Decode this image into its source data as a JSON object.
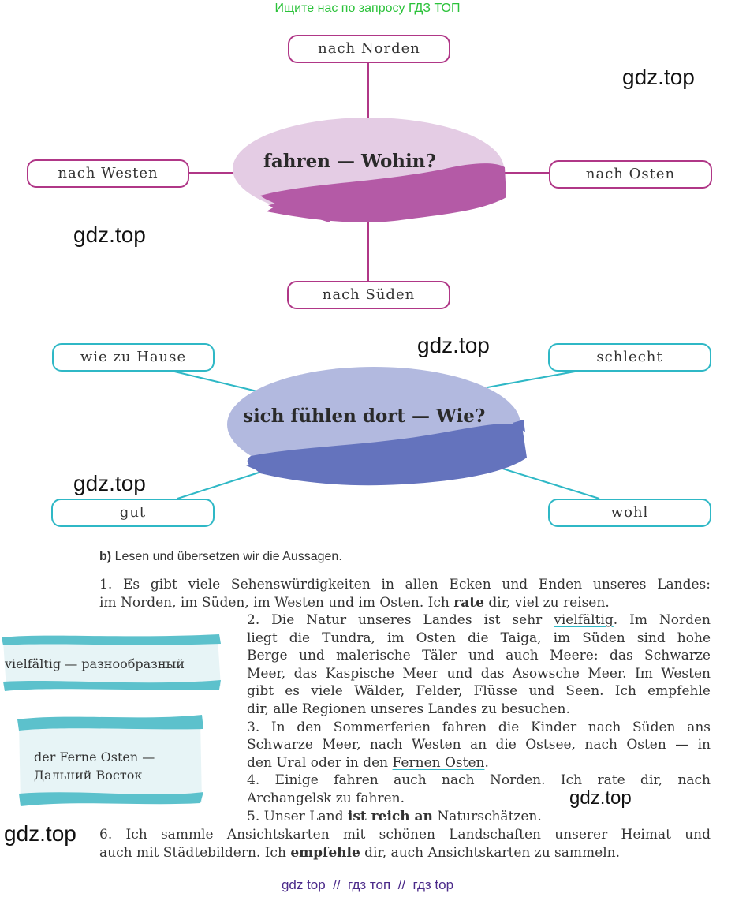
{
  "header_note": "Ищите нас по запросу ГДЗ ТОП",
  "watermark": "gdz.top",
  "watermark2": "gdz.top",
  "watermark3": "gdz.top",
  "watermark4": "gdz.top",
  "watermark5": "gdz.top",
  "watermark6": "gdz.top",
  "diagram1": {
    "center": "fahren — Wohin?",
    "north": "nach Norden",
    "west": "nach Westen",
    "east": "nach Osten",
    "south": "nach Süden",
    "colors": {
      "border": "#b03787",
      "blob_light": "#e4cce4",
      "blob_dark": "#b45aa6"
    }
  },
  "diagram2": {
    "center": "sich fühlen dort — Wie?",
    "top_left": "wie zu Hause",
    "top_right": "schlecht",
    "bottom_left": "gut",
    "bottom_right": "wohl",
    "colors": {
      "border": "#2fb8c6",
      "blob_light": "#b2b9df",
      "blob_dark": "#6473bd"
    }
  },
  "task": {
    "label": "b)",
    "text": "Lesen und übersetzen wir die Aussagen."
  },
  "vocab": {
    "note1": "vielfältig — разнообразный",
    "note2_line1": "der Ferne Osten —",
    "note2_line2": "Дальний Восток"
  },
  "paragraphs": {
    "p1_l1": "1. Es gibt viele Sehenswürdigkeiten in allen Ecken und Enden unseres Landes:",
    "p1_l2a": "im Norden, im Süden, im Westen und im Osten. Ich ",
    "p1_l2b": "rate",
    "p1_l2c": " dir, viel zu reisen.",
    "p2_l1a": "2. Die Natur unseres Landes ist sehr ",
    "p2_l1b": "vielfältig",
    "p2_l1c": ". Im Norden",
    "p2_l2": "liegt die Tundra, im Osten die Taiga, im Süden sind hohe",
    "p2_l3": "Berge und malerische Täler und auch Meere: das Schwarze",
    "p2_l4": "Meer, das Kaspische Meer und das Asowsche Meer. Im Westen",
    "p2_l5": "gibt es viele Wälder, Felder, Flüsse und Seen. Ich empfehle",
    "p2_l6": "dir, alle Regionen unseres Landes zu besuchen.",
    "p3_l1": "3. In den Sommerferien fahren die Kinder nach Süden ans",
    "p3_l2": "Schwarze Meer, nach Westen an die Ostsee, nach Osten — in",
    "p3_l3a": "den Ural oder in den ",
    "p3_l3b": "Fernen Osten",
    "p3_l3c": ".",
    "p4_l1": "4. Einige fahren auch nach Norden. Ich rate dir, nach",
    "p4_l2": "Archangelsk zu fahren.",
    "p5_a": "5. Unser Land ",
    "p5_b": "ist reich an",
    "p5_c": " Naturschätzen.",
    "p6_l1": "6. Ich sammle Ansichtskarten mit schönen Landschaften unserer Heimat und",
    "p6_l2a": "auch mit Städtebildern. Ich ",
    "p6_l2b": "empfehle",
    "p6_l2c": " dir, auch Ansichtskarten zu sammeln."
  },
  "footer": "gdz top  //  гдз топ  //  гдз top"
}
